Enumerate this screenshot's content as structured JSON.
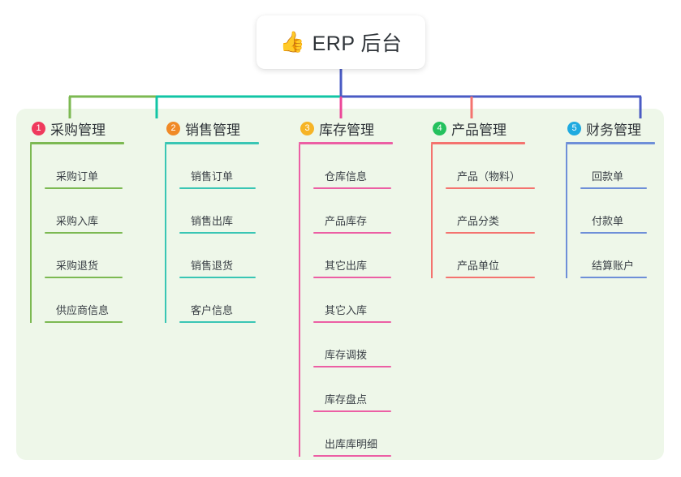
{
  "root": {
    "icon": "thumbs-up-icon",
    "emoji": "👍",
    "title": "ERP 后台"
  },
  "palette": {
    "panel_bg": "#eef7e9",
    "page_bg": "#ffffff",
    "root_text": "#2f3439",
    "root_stem": "#4a5bc4",
    "bus_green": "#7cb952",
    "bus_teal": "#12c5a5",
    "bus_blue": "#4a5bc4",
    "stub_pink": "#ec4899",
    "stub_red": "#f4736f",
    "text": "#3a4046"
  },
  "columns": [
    {
      "number": "1",
      "title": "采购管理",
      "badge_color": "#ef3a5d",
      "line_color": "#7cb952",
      "rule_width": 116,
      "leaf_rule_width": 96,
      "items": [
        {
          "label": "采购订单"
        },
        {
          "label": "采购入库"
        },
        {
          "label": "采购退货"
        },
        {
          "label": "供应商信息"
        }
      ]
    },
    {
      "number": "2",
      "title": "销售管理",
      "badge_color": "#f08a27",
      "line_color": "#39c6b4",
      "rule_width": 116,
      "leaf_rule_width": 94,
      "items": [
        {
          "label": "销售订单"
        },
        {
          "label": "销售出库"
        },
        {
          "label": "销售退货"
        },
        {
          "label": "客户信息"
        }
      ]
    },
    {
      "number": "3",
      "title": "库存管理",
      "badge_color": "#f6b426",
      "line_color": "#ec5fa4",
      "rule_width": 116,
      "leaf_rule_width": 96,
      "items": [
        {
          "label": "仓库信息"
        },
        {
          "label": "产品库存"
        },
        {
          "label": "其它出库"
        },
        {
          "label": "其它入库"
        },
        {
          "label": "库存调拨"
        },
        {
          "label": "库存盘点"
        },
        {
          "label": "出库库明细"
        }
      ]
    },
    {
      "number": "4",
      "title": "产品管理",
      "badge_color": "#24c15e",
      "line_color": "#f4736f",
      "rule_width": 116,
      "leaf_rule_width": 110,
      "items": [
        {
          "label": "产品（物料）"
        },
        {
          "label": "产品分类"
        },
        {
          "label": "产品单位"
        }
      ]
    },
    {
      "number": "5",
      "title": "财务管理",
      "badge_color": "#1eaae0",
      "line_color": "#6e8fd8",
      "rule_width": 110,
      "leaf_rule_width": 82,
      "items": [
        {
          "label": "回款单"
        },
        {
          "label": "付款单"
        },
        {
          "label": "结算账户"
        }
      ]
    }
  ]
}
